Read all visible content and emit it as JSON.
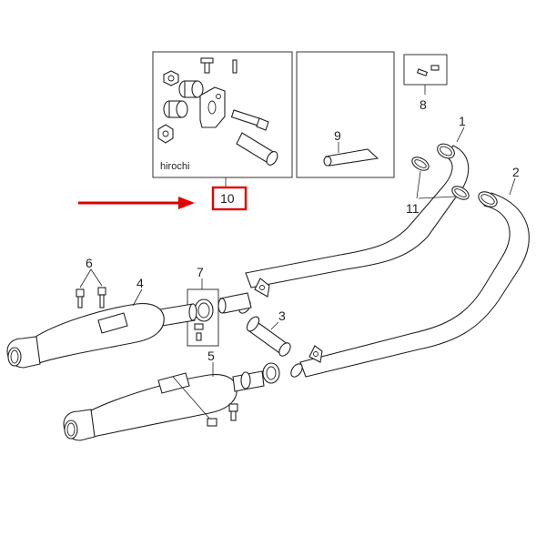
{
  "watermark": "hirochi",
  "highlighted_part": "10",
  "highlight_color": "#e00000",
  "callouts": {
    "p1": "1",
    "p2": "2",
    "p3": "3",
    "p4": "4",
    "p5": "5",
    "p6": "6",
    "p7": "7",
    "p8": "8",
    "p9": "9",
    "p10": "10",
    "p11": "11"
  }
}
